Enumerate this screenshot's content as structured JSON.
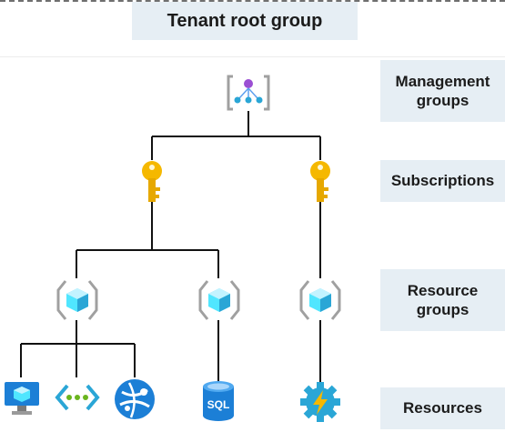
{
  "title": "Tenant root group",
  "levels": {
    "management_groups": "Management\ngroups",
    "subscriptions": "Subscriptions",
    "resource_groups": "Resource\ngroups",
    "resources": "Resources"
  },
  "resources": {
    "sql_label": "SQL"
  },
  "colors": {
    "label_bg": "#e6eef4",
    "bracket": "#a0a0a0",
    "cube": "#50e6ff",
    "cube_dark": "#2aa6d6",
    "key": "#f5b800",
    "blue": "#1c7fd6"
  },
  "icons": {
    "management_group": "management-group-icon",
    "subscription": "key-icon",
    "resource_group": "resource-group-icon",
    "vm": "virtual-machine-icon",
    "vnet": "virtual-network-icon",
    "web": "web-app-icon",
    "sql": "sql-database-icon",
    "function": "function-app-icon"
  }
}
